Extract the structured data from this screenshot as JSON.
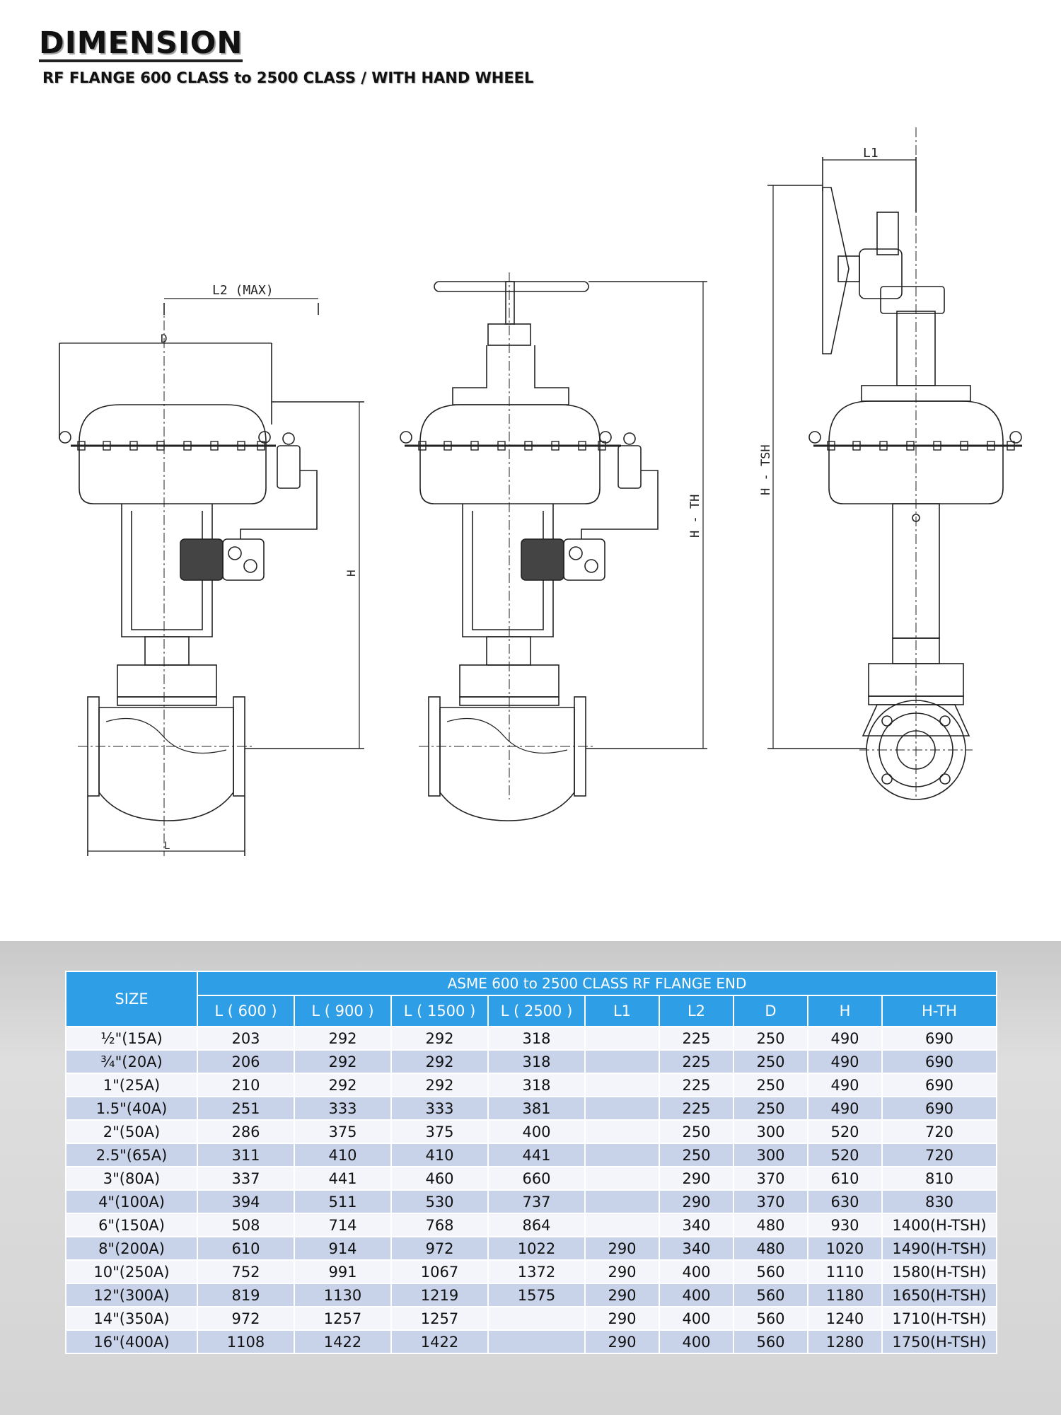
{
  "header": {
    "title": "DIMENSION",
    "subtitle": "RF FLANGE 600 CLASS to 2500 CLASS / WITH HAND WHEEL"
  },
  "drawing": {
    "labels": {
      "l2_max": "L2 (MAX)",
      "d": "D",
      "h": "H",
      "h_th": "H - TH",
      "l1": "L1",
      "h_tsh": "H - TSH",
      "l": "L"
    }
  },
  "table": {
    "size_header": "SIZE",
    "group_header": "ASME 600  to 2500 CLASS RF FLANGE END",
    "columns": [
      "L ( 600 )",
      "L ( 900 )",
      "L ( 1500 )",
      "L ( 2500 )",
      "L1",
      "L2",
      "D",
      "H",
      "H-TH"
    ],
    "rows": [
      {
        "size": "½\"(15A)",
        "values": [
          "203",
          "292",
          "292",
          "318",
          "",
          "225",
          "250",
          "490",
          "690"
        ]
      },
      {
        "size": "¾\"(20A)",
        "values": [
          "206",
          "292",
          "292",
          "318",
          "",
          "225",
          "250",
          "490",
          "690"
        ]
      },
      {
        "size": "1\"(25A)",
        "values": [
          "210",
          "292",
          "292",
          "318",
          "",
          "225",
          "250",
          "490",
          "690"
        ]
      },
      {
        "size": "1.5\"(40A)",
        "values": [
          "251",
          "333",
          "333",
          "381",
          "",
          "225",
          "250",
          "490",
          "690"
        ]
      },
      {
        "size": "2\"(50A)",
        "values": [
          "286",
          "375",
          "375",
          "400",
          "",
          "250",
          "300",
          "520",
          "720"
        ]
      },
      {
        "size": "2.5\"(65A)",
        "values": [
          "311",
          "410",
          "410",
          "441",
          "",
          "250",
          "300",
          "520",
          "720"
        ]
      },
      {
        "size": "3\"(80A)",
        "values": [
          "337",
          "441",
          "460",
          "660",
          "",
          "290",
          "370",
          "610",
          "810"
        ]
      },
      {
        "size": "4\"(100A)",
        "values": [
          "394",
          "511",
          "530",
          "737",
          "",
          "290",
          "370",
          "630",
          "830"
        ]
      },
      {
        "size": "6\"(150A)",
        "values": [
          "508",
          "714",
          "768",
          "864",
          "",
          "340",
          "480",
          "930",
          "1400(H-TSH)"
        ]
      },
      {
        "size": "8\"(200A)",
        "values": [
          "610",
          "914",
          "972",
          "1022",
          "290",
          "340",
          "480",
          "1020",
          "1490(H-TSH)"
        ]
      },
      {
        "size": "10\"(250A)",
        "values": [
          "752",
          "991",
          "1067",
          "1372",
          "290",
          "400",
          "560",
          "1110",
          "1580(H-TSH)"
        ]
      },
      {
        "size": "12\"(300A)",
        "values": [
          "819",
          "1130",
          "1219",
          "1575",
          "290",
          "400",
          "560",
          "1180",
          "1650(H-TSH)"
        ]
      },
      {
        "size": "14\"(350A)",
        "values": [
          "972",
          "1257",
          "1257",
          "",
          "290",
          "400",
          "560",
          "1240",
          "1710(H-TSH)"
        ]
      },
      {
        "size": "16\"(400A)",
        "values": [
          "1108",
          "1422",
          "1422",
          "",
          "290",
          "400",
          "560",
          "1280",
          "1750(H-TSH)"
        ]
      }
    ]
  }
}
